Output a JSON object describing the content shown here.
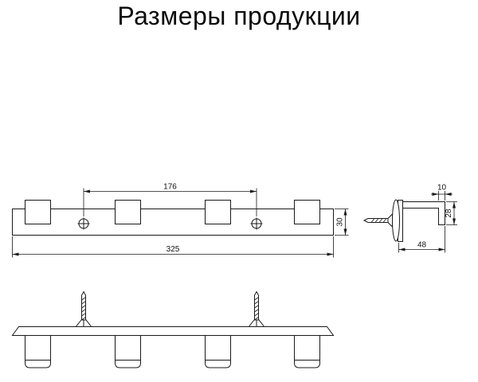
{
  "title": "Размеры продукции",
  "drawing": {
    "front_view": {
      "dim_screw_spacing": "176",
      "dim_total_length": "325",
      "dim_rail_height": "30"
    },
    "side_view": {
      "dim_hook_lip": "10",
      "dim_hook_height": "28",
      "dim_depth": "48"
    }
  }
}
